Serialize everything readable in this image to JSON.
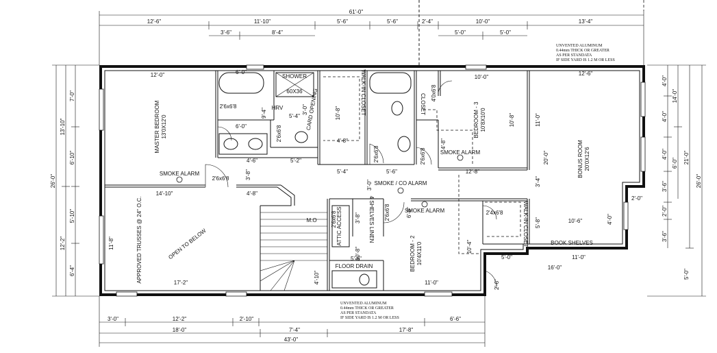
{
  "overall": {
    "top": "61'-0\"",
    "bottom": "43'-0\"",
    "left": "26'-0\"",
    "right": "26'-0\""
  },
  "top_dims": [
    "12'-6\"",
    "11'-10\"",
    "5'-6\"",
    "5'-6\"",
    "2'-4\"",
    "10'-0\"",
    "13'-4\""
  ],
  "upper_dims": [
    "3'-6\"",
    "8'-4\"",
    "5'-0\"",
    "5'-0\""
  ],
  "bottom_dims": {
    "row1": [
      "3'-0\"",
      "12'-2\"",
      "2'-10\"",
      "6'-6\""
    ],
    "row2": [
      "18'-0\"",
      "7'-4\"",
      "17'-8\""
    ]
  },
  "left_dims": {
    "outer": [
      "13'-10\"",
      "12'-2\""
    ],
    "inner": [
      "7'-0\"",
      "6'-10\"",
      "5'-10\"",
      "6'-4\""
    ]
  },
  "right_dims": {
    "outer": [
      "21'-0\"",
      "5'-0\""
    ],
    "mid": [
      "14'-0\"",
      "6'-0\""
    ],
    "inner": [
      "4'-0\"",
      "4'-0\"",
      "4'-0\"",
      "3'-6\"",
      "2'-0\"",
      "3'-6\""
    ]
  },
  "rooms": {
    "master": {
      "name": "MASTER BEDROOM",
      "size": "13'0X12'0"
    },
    "bed3": {
      "name": "BEDROOM - 3",
      "size": "10'8X10'0"
    },
    "bed2": {
      "name": "BEDROOM - 2",
      "size": "10'4X11'0"
    },
    "bonus": {
      "name": "BONUS ROOM",
      "size": "20'0X12'6"
    },
    "open": {
      "name": "OPEN TO BELOW"
    },
    "trusses": {
      "name": "APPROVED TRUSSES @ 24\" O.C."
    }
  },
  "labels": {
    "shower": "SHOWER",
    "shower_size": "60X36",
    "wic1": "WALK-IN CLOSET",
    "wic2": "WALK-IN CLOSET",
    "hrv": "HRV",
    "card": "CARD OPENING",
    "closet": "CLOSET",
    "smoke1": "SMOKE ALARM",
    "smoke2": "SMOKE ALARM",
    "smoke3": "SMOKE ALARM",
    "smoke_co": "SMOKE / CO ALARM",
    "attic": "ATTIC ACCESS",
    "linen": "4 SHELVES LINEN",
    "drain": "FLOOR DRAIN",
    "shelves": "BOOK SHELVES",
    "mo": "M.O"
  },
  "doors": {
    "d1": "2'6x6'8",
    "d2": "2'6x6'8",
    "d3": "2'6x6'8",
    "d4": "2'6x6'8",
    "d5": "2'6x6'8",
    "d6": "2'4x6'8",
    "d7": "4'0x6'8",
    "d8": "2'6x6'8",
    "d9": "2'6x6'8"
  },
  "interior_dims": {
    "a": "12'-0\"",
    "b": "6'-0\"",
    "c": "6'-0\"",
    "d": "9'-4\"",
    "e": "5'-4\"",
    "f": "3'-0\"",
    "g": "4'-6\"",
    "h": "5'-2\"",
    "i": "10'-8\"",
    "j": "4'-8\"",
    "k": "5'-4\"",
    "l": "5'-6\"",
    "m": "12'-8\"",
    "n": "10'-0\"",
    "o": "10'-8\"",
    "p": "4'-8\"",
    "q": "12'-6\"",
    "r": "20'-0\"",
    "s": "11'-0\"",
    "t": "3'-4\"",
    "u": "14'-10\"",
    "v": "4'-8\"",
    "w": "3'-8\"",
    "x": "11'-8\"",
    "y": "17'-2\"",
    "z": "10'-4\"",
    "aa": "11'-0\"",
    "ab": "10'-6\"",
    "ac": "5'-0\"",
    "ad": "11'-0\"",
    "ae": "16'-0\"",
    "af": "5'-8\"",
    "ag": "4'-10\"",
    "ah": "2'-6\"",
    "ai": "6'-8\"",
    "aj": "3'-8\"",
    "ak": "10'-8\"",
    "al": "5'-6\"",
    "am": "3'-0\"",
    "an": "4'-0\"",
    "ao": "2'-0\""
  },
  "notes": {
    "top": [
      "UNVENTED ALUMINUM",
      "0.44mm THICK OR GREATER",
      "AS PER STANDATA",
      "IF SIDE YARD IS 1.2 M OR LESS"
    ],
    "bottom": [
      "UNVENTED ALUMINUM",
      "0.44mm THICK OR GREATER",
      "AS PER STANDATA",
      "IF SIDE YARD IS 1.2 M OR LESS"
    ]
  },
  "colors": {
    "line": "#111111",
    "background": "#ffffff"
  }
}
